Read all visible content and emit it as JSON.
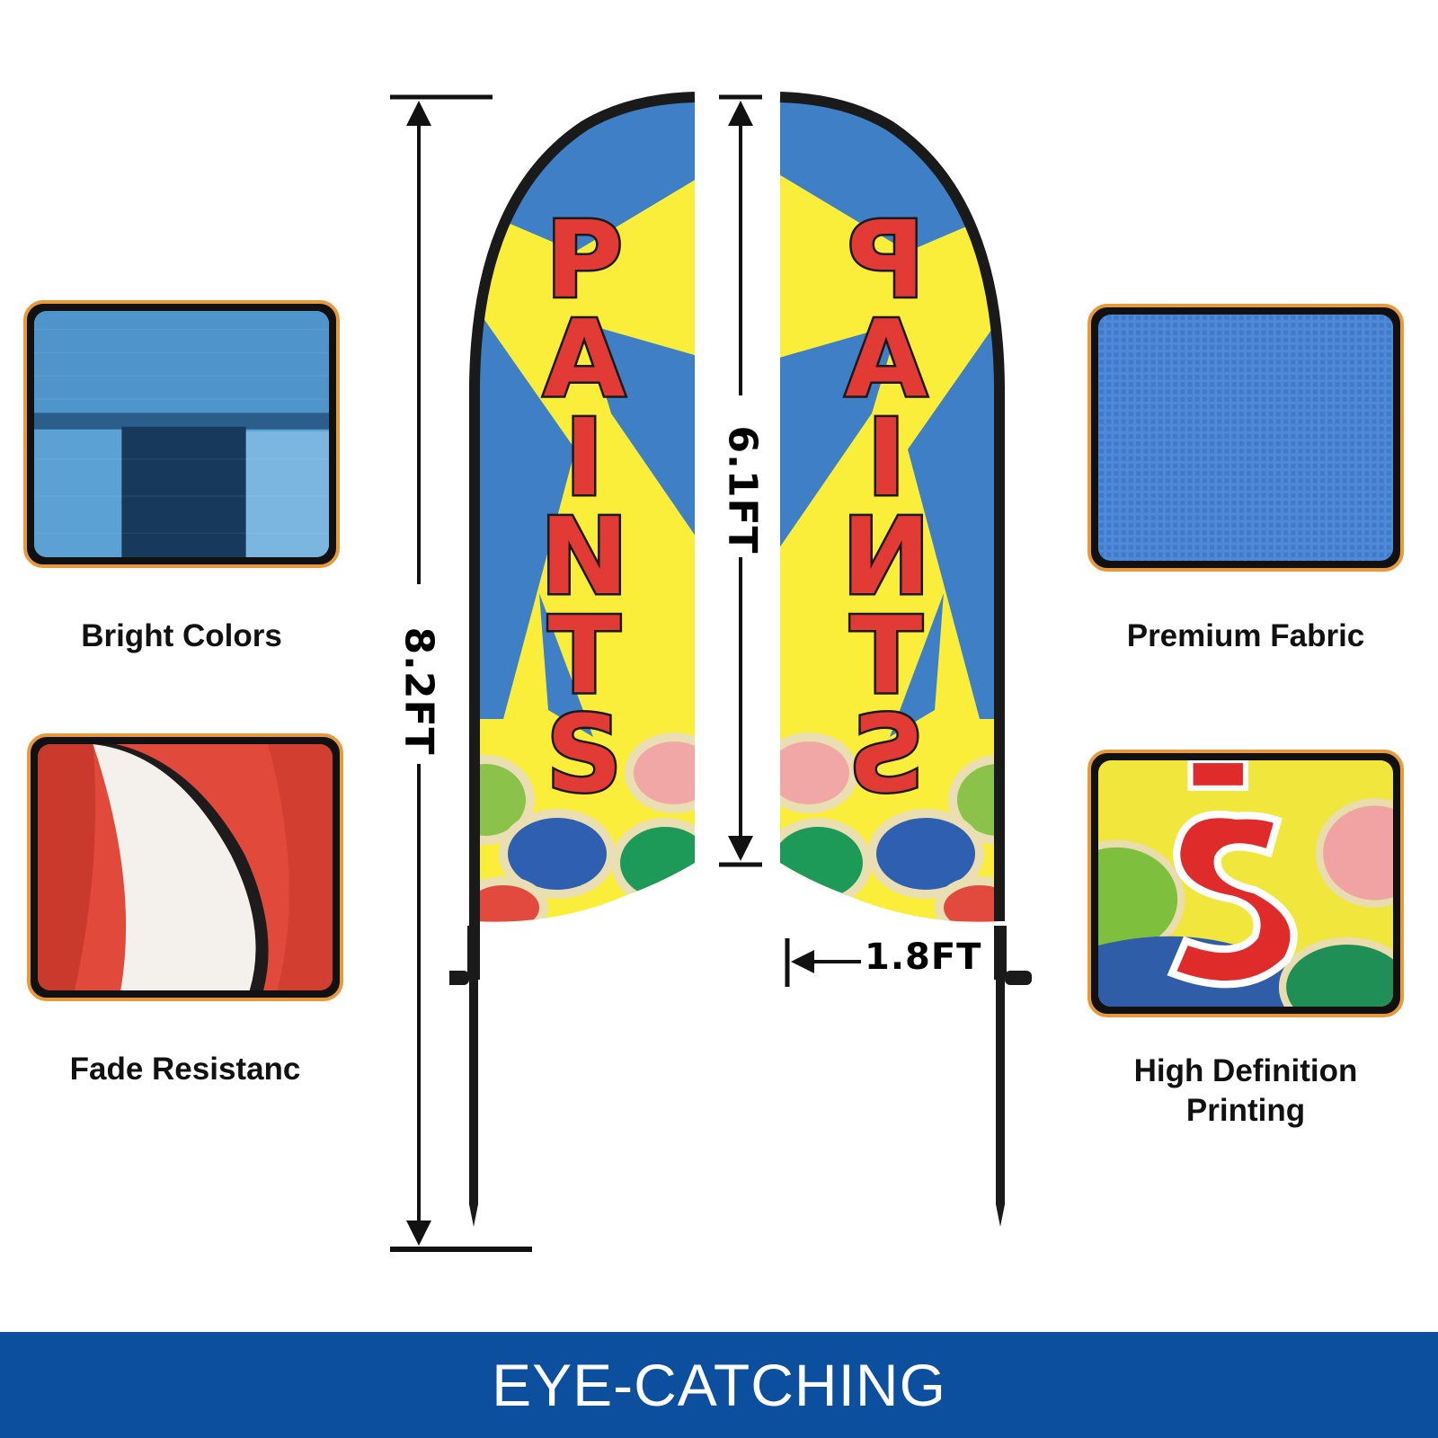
{
  "features": [
    {
      "label": "Bright Colors"
    },
    {
      "label": "Fade Resistanc"
    },
    {
      "label": "Premium Fabric"
    },
    {
      "label": "High Definition\nPrinting"
    }
  ],
  "dimensions": {
    "total_height": "8.2FT",
    "flag_height": "6.1FT",
    "flag_width": "1.8FT"
  },
  "flag": {
    "text": "PAINTS",
    "colors": {
      "blue": "#3e7fc6",
      "yellow": "#fbee3b",
      "letters": "#e23b36"
    }
  },
  "banner": {
    "text": "EYE-CATCHING",
    "color": "#0c4f9f"
  }
}
